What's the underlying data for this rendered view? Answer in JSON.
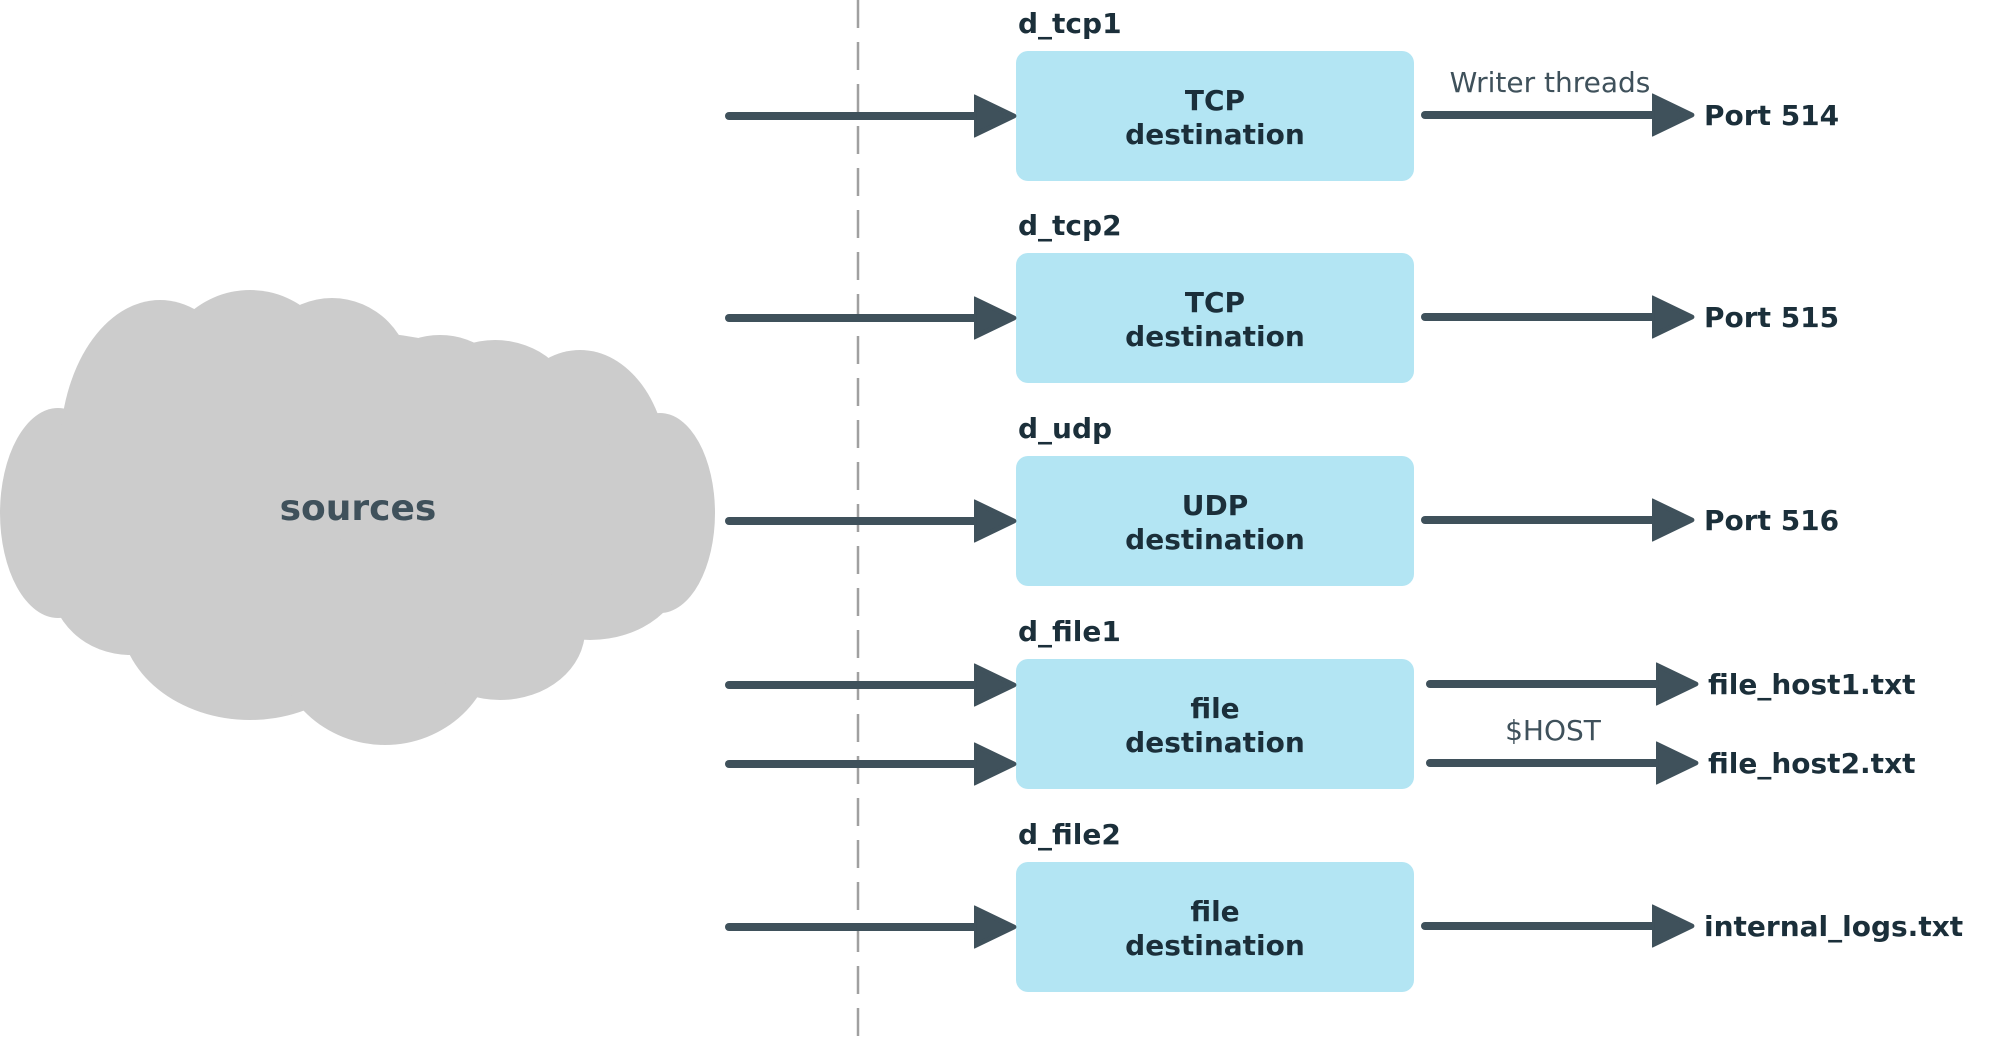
{
  "colors": {
    "box_fill": "#b3e5f3",
    "arrow": "#3f515b",
    "text_dark": "#1b2f3a",
    "cloud_fill": "#cccccc",
    "divider": "#a0a0a0"
  },
  "cloud": {
    "label": "sources"
  },
  "destinations": [
    {
      "id": "d_tcp1",
      "line1": "TCP",
      "line2": "destination",
      "inputs": 1,
      "outputs": [
        {
          "label": "Port 514"
        }
      ],
      "note": "Writer threads"
    },
    {
      "id": "d_tcp2",
      "line1": "TCP",
      "line2": "destination",
      "inputs": 1,
      "outputs": [
        {
          "label": "Port 515"
        }
      ],
      "note": ""
    },
    {
      "id": "d_udp",
      "line1": "UDP",
      "line2": "destination",
      "inputs": 1,
      "outputs": [
        {
          "label": "Port 516"
        }
      ],
      "note": ""
    },
    {
      "id": "d_file1",
      "line1": "file",
      "line2": "destination",
      "inputs": 2,
      "outputs": [
        {
          "label": "file_host1.txt"
        },
        {
          "label": "file_host2.txt"
        }
      ],
      "note": "$HOST"
    },
    {
      "id": "d_file2",
      "line1": "file",
      "line2": "destination",
      "inputs": 1,
      "outputs": [
        {
          "label": "internal_logs.txt"
        }
      ],
      "note": ""
    }
  ]
}
